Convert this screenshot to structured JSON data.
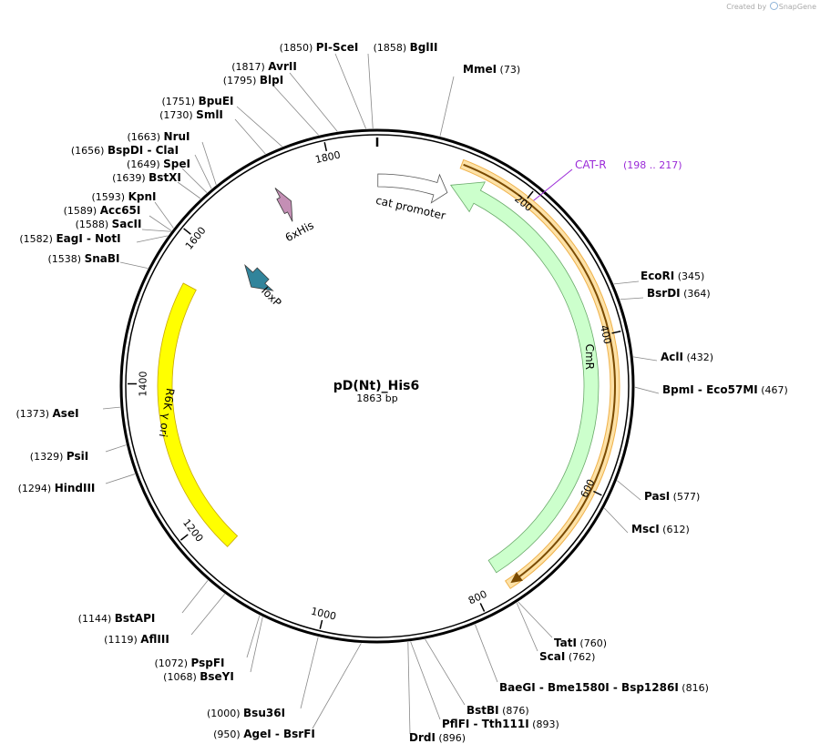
{
  "brand": {
    "prefix": "Created by",
    "name": "SnapGene"
  },
  "plasmid": {
    "name": "pD(Nt)_His6",
    "length": 1863,
    "length_label": "1863 bp"
  },
  "ticks": [
    200,
    400,
    600,
    800,
    1000,
    1200,
    1400,
    1600,
    1800
  ],
  "features": [
    {
      "name": "cat promoter",
      "start": 1,
      "end": 103,
      "strand": 1,
      "color": "#ffffff",
      "kind": "promoter"
    },
    {
      "name": "CmR",
      "start": 104,
      "end": 763,
      "strand": -1,
      "color": "#ccffcc",
      "kind": "gene"
    },
    {
      "name": "R6K γ ori",
      "start": 1154,
      "end": 1542,
      "strand": 1,
      "color": "#ffff00",
      "kind": "ori"
    },
    {
      "name": "loxP",
      "start": 1595,
      "end": 1628,
      "strand": -1,
      "color": "#31849b",
      "kind": "site"
    },
    {
      "name": "6xHis",
      "start": 1717,
      "end": 1734,
      "strand": 1,
      "color": "#c48fb5",
      "kind": "tag"
    }
  ],
  "primer": {
    "name": "CAT-R",
    "range": "(198 .. 217)",
    "start": 198,
    "end": 217
  },
  "enzymes": [
    {
      "names": [
        "PI-SceI"
      ],
      "pos": "(1850)",
      "site": 1850
    },
    {
      "names": [
        "BglII"
      ],
      "pos": "(1858)",
      "site": 1858
    },
    {
      "names": [
        "MmeI"
      ],
      "pos": "(73)",
      "site": 73
    },
    {
      "names": [
        "AvrII"
      ],
      "pos": "(1817)",
      "site": 1817
    },
    {
      "names": [
        "BlpI"
      ],
      "pos": "(1795)",
      "site": 1795
    },
    {
      "names": [
        "BpuEI"
      ],
      "pos": "(1751)",
      "site": 1751
    },
    {
      "names": [
        "SmlI"
      ],
      "pos": "(1730)",
      "site": 1730
    },
    {
      "names": [
        "NruI"
      ],
      "pos": "(1663)",
      "site": 1663
    },
    {
      "names": [
        "BspDI",
        "ClaI"
      ],
      "pos": "(1656)",
      "site": 1656
    },
    {
      "names": [
        "SpeI"
      ],
      "pos": "(1649)",
      "site": 1649
    },
    {
      "names": [
        "BstXI"
      ],
      "pos": "(1639)",
      "site": 1639
    },
    {
      "names": [
        "KpnI"
      ],
      "pos": "(1593)",
      "site": 1593
    },
    {
      "names": [
        "Acc65I"
      ],
      "pos": "(1589)",
      "site": 1589
    },
    {
      "names": [
        "SacII"
      ],
      "pos": "(1588)",
      "site": 1588
    },
    {
      "names": [
        "EagI",
        "NotI"
      ],
      "pos": "(1582)",
      "site": 1582
    },
    {
      "names": [
        "SnaBI"
      ],
      "pos": "(1538)",
      "site": 1538
    },
    {
      "names": [
        "EcoRI"
      ],
      "pos": "(345)",
      "site": 345
    },
    {
      "names": [
        "BsrDI"
      ],
      "pos": "(364)",
      "site": 364
    },
    {
      "names": [
        "AclI"
      ],
      "pos": "(432)",
      "site": 432
    },
    {
      "names": [
        "BpmI",
        "Eco57MI"
      ],
      "pos": "(467)",
      "site": 467
    },
    {
      "names": [
        "PasI"
      ],
      "pos": "(577)",
      "site": 577
    },
    {
      "names": [
        "MscI"
      ],
      "pos": "(612)",
      "site": 612
    },
    {
      "names": [
        "TatI"
      ],
      "pos": "(760)",
      "site": 760
    },
    {
      "names": [
        "ScaI"
      ],
      "pos": "(762)",
      "site": 762
    },
    {
      "names": [
        "BaeGI",
        "Bme1580I",
        "Bsp1286I"
      ],
      "pos": "(816)",
      "site": 816
    },
    {
      "names": [
        "BstBI"
      ],
      "pos": "(876)",
      "site": 876
    },
    {
      "names": [
        "PflFI",
        "Tth111I"
      ],
      "pos": "(893)",
      "site": 893
    },
    {
      "names": [
        "DrdI"
      ],
      "pos": "(896)",
      "site": 896
    },
    {
      "names": [
        "AgeI",
        "BsrFI"
      ],
      "pos": "(950)",
      "site": 950
    },
    {
      "names": [
        "Bsu36I"
      ],
      "pos": "(1000)",
      "site": 1000
    },
    {
      "names": [
        "BseYI"
      ],
      "pos": "(1068)",
      "site": 1068
    },
    {
      "names": [
        "PspFI"
      ],
      "pos": "(1072)",
      "site": 1072
    },
    {
      "names": [
        "AflIII"
      ],
      "pos": "(1119)",
      "site": 1119
    },
    {
      "names": [
        "BstAPI"
      ],
      "pos": "(1144)",
      "site": 1144
    },
    {
      "names": [
        "HindIII"
      ],
      "pos": "(1294)",
      "site": 1294
    },
    {
      "names": [
        "PsiI"
      ],
      "pos": "(1329)",
      "site": 1329
    },
    {
      "names": [
        "AseI"
      ],
      "pos": "(1373)",
      "site": 1373
    }
  ]
}
